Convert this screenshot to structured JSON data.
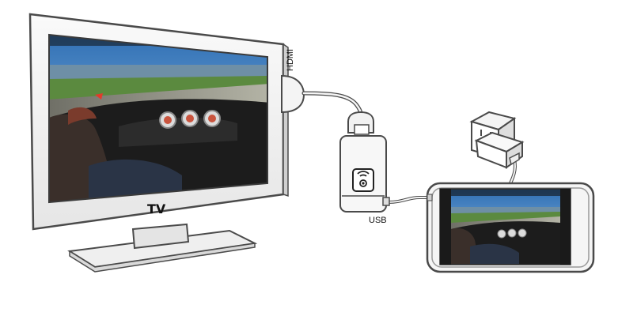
{
  "labels": {
    "hdmi": "HDMI",
    "usb": "USB",
    "tv_brand": "TV"
  },
  "icons": {
    "dongle": "wireless-remote-icon",
    "outlet": "power-outlet-icon",
    "charger": "power-adapter-icon"
  },
  "colors": {
    "outline": "#4a4a4a",
    "bezel": "#f2f2f2",
    "screen_sky": "#4a8fd0",
    "screen_track": "#8c8c7c",
    "dashboard": "#1c1c1c",
    "grass": "#4f7a3a",
    "cable": "#bdbdbd"
  }
}
